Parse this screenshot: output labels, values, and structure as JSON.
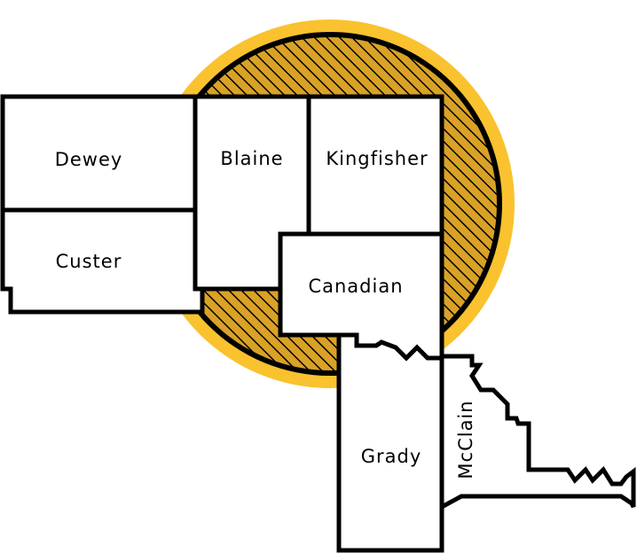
{
  "colors": {
    "background": "#ffffff",
    "accent_ring": "#f9c22e",
    "hatch_fill": "#d9a227",
    "outline": "#000000",
    "county_fill": "#ffffff"
  },
  "counties": {
    "dewey": {
      "label": "Dewey"
    },
    "custer": {
      "label": "Custer"
    },
    "blaine": {
      "label": "Blaine"
    },
    "kingfisher": {
      "label": "Kingfisher"
    },
    "canadian": {
      "label": "Canadian"
    },
    "grady": {
      "label": "Grady"
    },
    "mcclain": {
      "label": "McClain"
    }
  }
}
